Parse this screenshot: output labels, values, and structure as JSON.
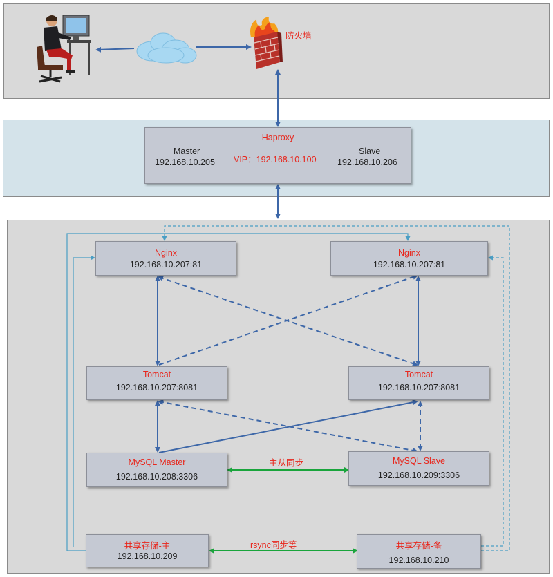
{
  "firewall": {
    "label": "防火墙"
  },
  "haproxy": {
    "title": "Haproxy",
    "master_label": "Master",
    "master_ip": "192.168.10.205",
    "vip": "VIP：192.168.10.100",
    "slave_label": "Slave",
    "slave_ip": "192.168.10.206"
  },
  "nginx_left": {
    "title": "Nginx",
    "addr": "192.168.10.207:81"
  },
  "nginx_right": {
    "title": "Nginx",
    "addr": "192.168.10.207:81"
  },
  "tomcat_left": {
    "title": "Tomcat",
    "addr": "192.168.10.207:8081"
  },
  "tomcat_right": {
    "title": "Tomcat",
    "addr": "192.168.10.207:8081"
  },
  "mysql_master": {
    "title": "MySQL Master",
    "addr": "192.168.10.208:3306"
  },
  "mysql_slave": {
    "title": "MySQL Slave",
    "addr": "192.168.10.209:3306"
  },
  "mysql_sync_label": "主从同步",
  "storage_main": {
    "title": "共享存储-主",
    "addr": "192.168.10.209"
  },
  "storage_backup": {
    "title": "共享存储-备",
    "addr": "192.168.10.210"
  },
  "storage_sync_label": "rsync同步等",
  "colors": {
    "accent_red": "#e8261c",
    "arrow_blue": "#3d67a8",
    "sync_green": "#1aa53c",
    "storage_line": "#4a9ec4"
  }
}
